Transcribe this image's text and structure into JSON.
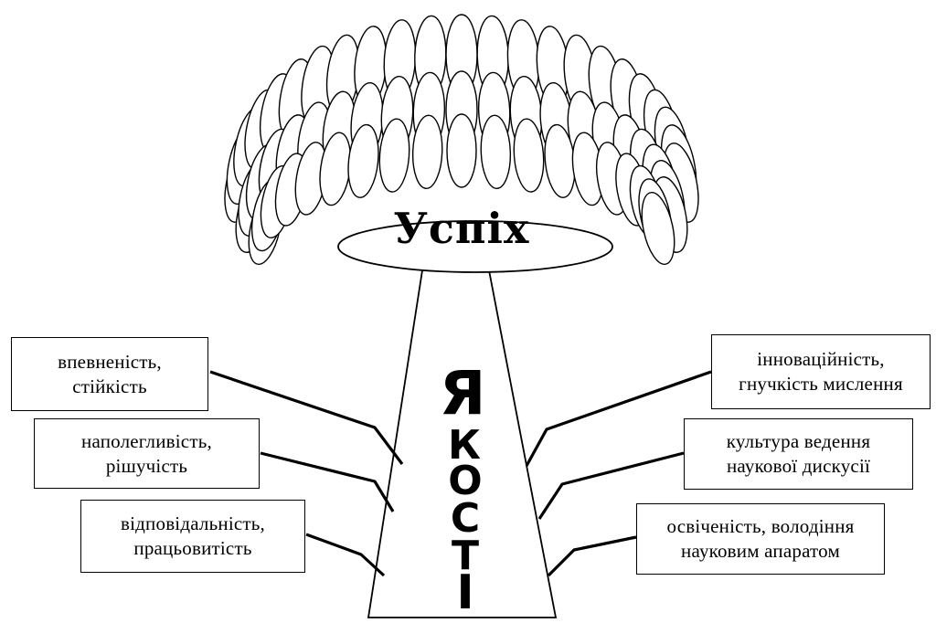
{
  "title": "Успіх",
  "trunk_letters": [
    "Я",
    "К",
    "О",
    "С",
    "Т",
    "І"
  ],
  "left_qualities": [
    {
      "line1": "впевненість,",
      "line2": "стійкість"
    },
    {
      "line1": "наполегливість,",
      "line2": "рішучість"
    },
    {
      "line1": "відповідальність,",
      "line2": "працьовитість"
    }
  ],
  "right_qualities": [
    {
      "line1": "інноваційність,",
      "line2": "гнучкість мислення"
    },
    {
      "line1": "культура ведення",
      "line2": "наукової дискусії"
    },
    {
      "line1": "освіченість, володіння",
      "line2": "науковим апаратом"
    }
  ],
  "colors": {
    "stroke": "#000000",
    "fill": "#ffffff"
  }
}
